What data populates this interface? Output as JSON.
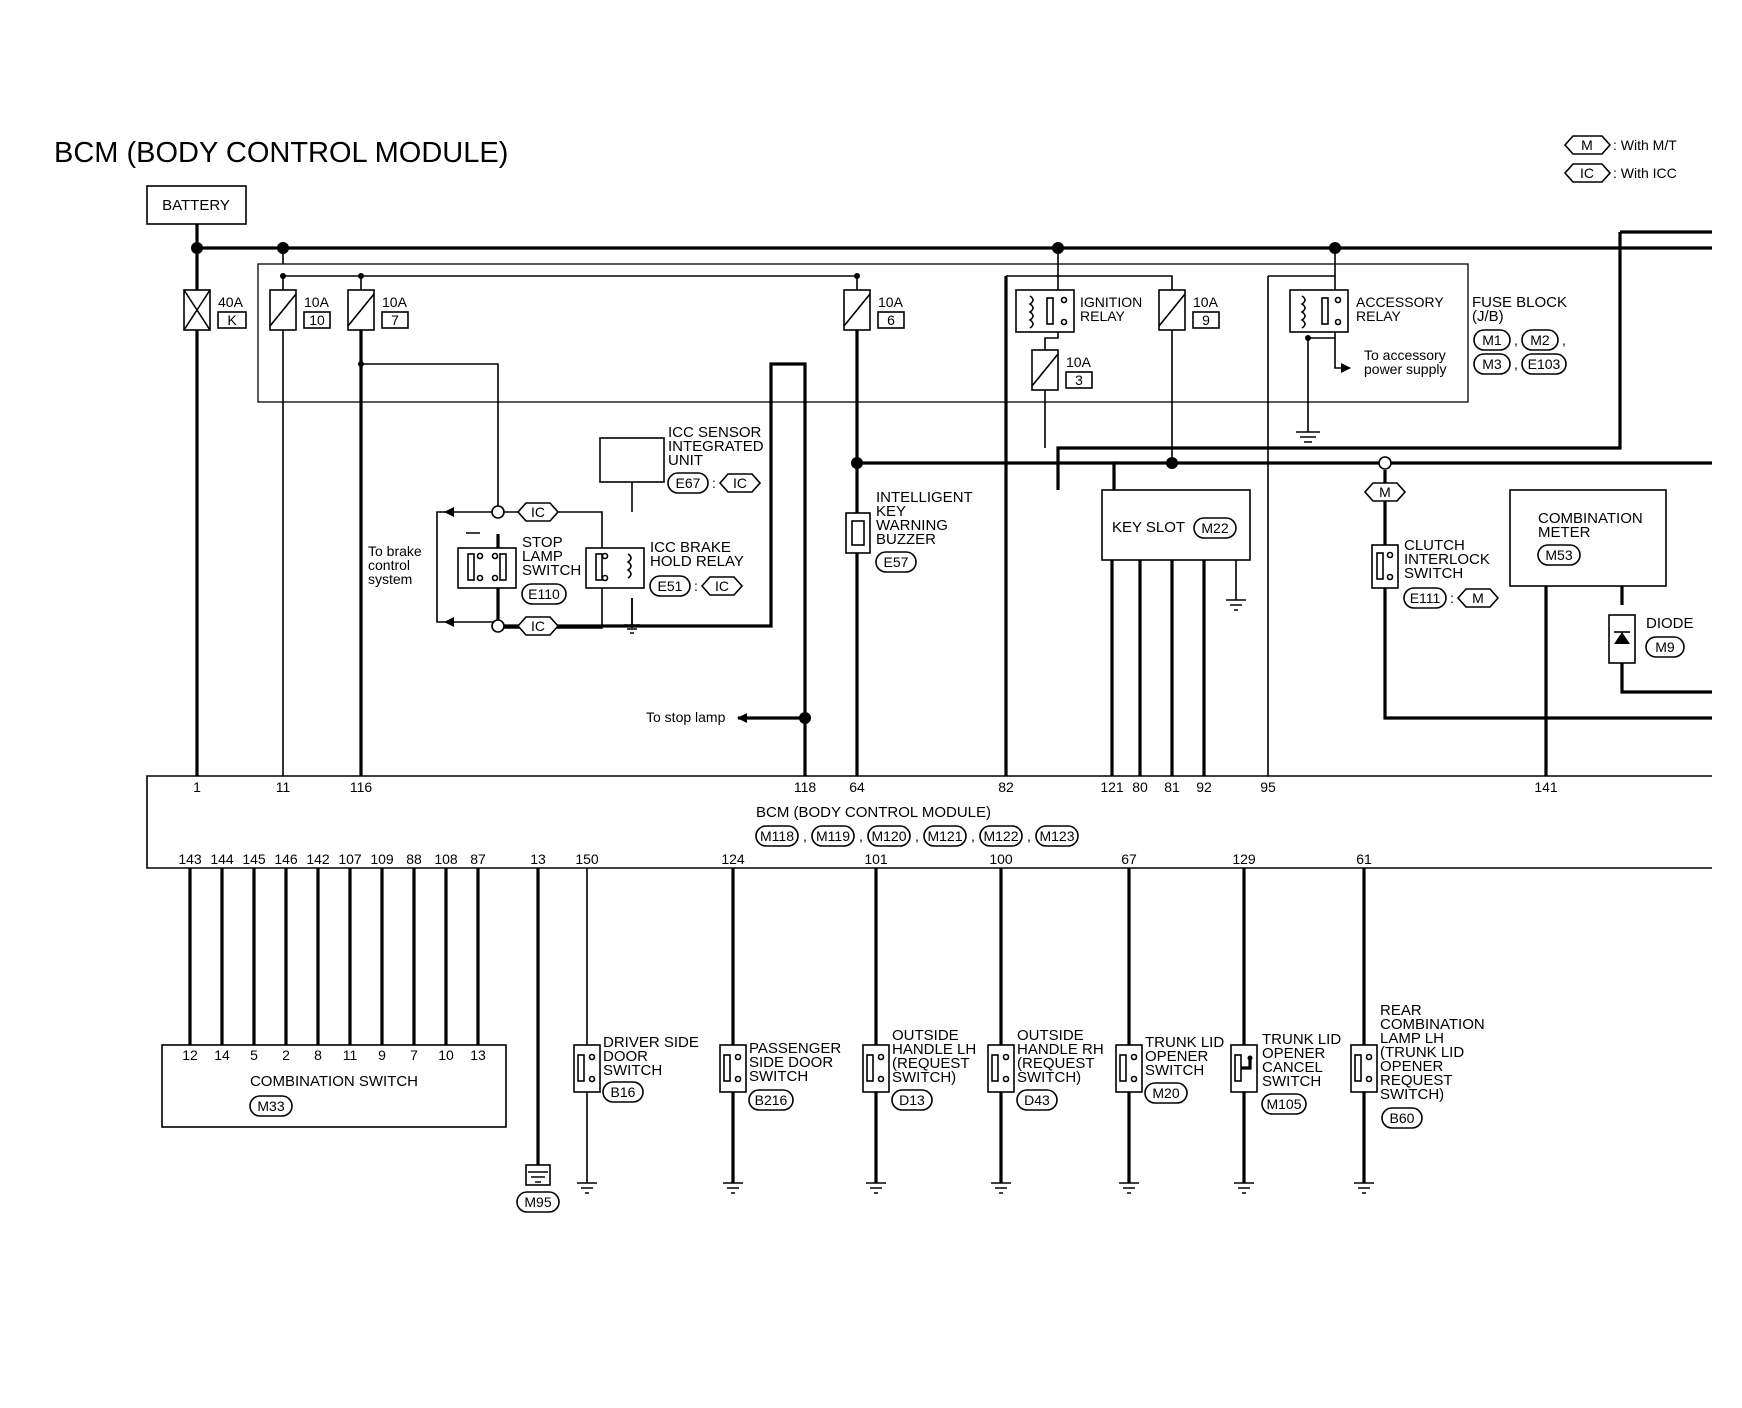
{
  "title": "BCM (BODY CONTROL MODULE)",
  "legend": [
    {
      "code": "M",
      "text": ": With M/T"
    },
    {
      "code": "IC",
      "text": ": With ICC"
    }
  ],
  "battery": "BATTERY",
  "fuses": {
    "f40": {
      "amp": "40A",
      "num": "K"
    },
    "f10a": {
      "amp": "10A",
      "num": "10"
    },
    "f7": {
      "amp": "10A",
      "num": "7"
    },
    "f6": {
      "amp": "10A",
      "num": "6"
    },
    "f9": {
      "amp": "10A",
      "num": "9"
    },
    "f3": {
      "amp": "10A",
      "num": "3"
    }
  },
  "ignition_relay": [
    "IGNITION",
    "RELAY"
  ],
  "accessory_relay": [
    "ACCESSORY",
    "RELAY"
  ],
  "accessory_note": [
    "To accessory",
    "power supply"
  ],
  "fuse_block": {
    "label": [
      "FUSE BLOCK",
      "(J/B)"
    ],
    "connectors": [
      "M1",
      "M2",
      "M3",
      "E103"
    ]
  },
  "icc_sensor": {
    "label": [
      "ICC SENSOR",
      "INTEGRATED",
      "UNIT"
    ],
    "connector": "E67",
    "opt": "IC"
  },
  "icc_relay": {
    "label": [
      "ICC BRAKE",
      "HOLD RELAY"
    ],
    "connector": "E51",
    "opt": "IC"
  },
  "stop_lamp_switch": {
    "label": [
      "STOP",
      "LAMP",
      "SWITCH"
    ],
    "connector": "E110"
  },
  "ic_tags": [
    "IC",
    "IC"
  ],
  "brake_note": [
    "To brake",
    "control",
    "system"
  ],
  "stop_lamp_note": "To stop lamp",
  "buzzer": {
    "label": [
      "INTELLIGENT",
      "KEY",
      "WARNING",
      "BUZZER"
    ],
    "connector": "E57"
  },
  "key_slot": {
    "label": "KEY SLOT",
    "connector": "M22"
  },
  "clutch_switch": {
    "label": [
      "CLUTCH",
      "INTERLOCK",
      "SWITCH"
    ],
    "connector": "E111",
    "opt": "M",
    "tag": "M"
  },
  "combination_meter": {
    "label": [
      "COMBINATION",
      "METER"
    ],
    "connector": "M53"
  },
  "diode": {
    "label": "DIODE",
    "connector": "M9"
  },
  "bcm": {
    "label": "BCM (BODY CONTROL MODULE)",
    "connectors": [
      "M118",
      "M119",
      "M120",
      "M121",
      "M122",
      "M123"
    ],
    "top_pins": [
      "1",
      "11",
      "116",
      "118",
      "64",
      "82",
      "121",
      "80",
      "81",
      "92",
      "95",
      "141"
    ],
    "bottom_pins": [
      "143",
      "144",
      "145",
      "146",
      "142",
      "107",
      "109",
      "88",
      "108",
      "87",
      "13",
      "150",
      "124",
      "101",
      "100",
      "67",
      "129",
      "61"
    ]
  },
  "combination_switch": {
    "label": "COMBINATION SWITCH",
    "connector": "M33",
    "pins": [
      "12",
      "14",
      "5",
      "2",
      "8",
      "11",
      "9",
      "7",
      "10",
      "13"
    ]
  },
  "ground_connector": "M95",
  "switches": [
    {
      "label": [
        "DRIVER SIDE",
        "DOOR",
        "SWITCH"
      ],
      "connector": "B16"
    },
    {
      "label": [
        "PASSENGER",
        "SIDE DOOR",
        "SWITCH"
      ],
      "connector": "B216"
    },
    {
      "label": [
        "OUTSIDE",
        "HANDLE LH",
        "(REQUEST",
        " SWITCH)"
      ],
      "connector": "D13"
    },
    {
      "label": [
        "OUTSIDE",
        "HANDLE RH",
        "(REQUEST",
        " SWITCH)"
      ],
      "connector": "D43"
    },
    {
      "label": [
        "TRUNK LID",
        "OPENER",
        "SWITCH"
      ],
      "connector": "M20"
    },
    {
      "label": [
        "TRUNK LID",
        "OPENER",
        "CANCEL",
        "SWITCH"
      ],
      "connector": "M105"
    },
    {
      "label": [
        "REAR",
        "COMBINATION",
        "LAMP LH",
        "(TRUNK LID",
        " OPENER",
        " REQUEST",
        " SWITCH)"
      ],
      "connector": "B60"
    }
  ]
}
